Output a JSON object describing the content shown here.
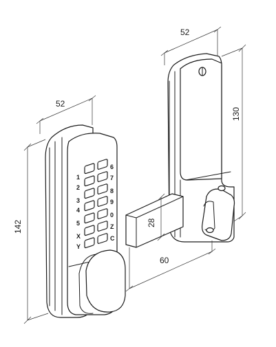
{
  "dimensions": {
    "outer_width": "52",
    "inner_width": "52",
    "outer_height": "142",
    "inner_height": "130",
    "bolt_height": "28",
    "bolt_throw": "60"
  },
  "keypad": {
    "keys_left": [
      "1",
      "2",
      "3",
      "4",
      "5",
      "X",
      "Y"
    ],
    "keys_right": [
      "6",
      "7",
      "8",
      "9",
      "0",
      "Z",
      "C"
    ]
  }
}
